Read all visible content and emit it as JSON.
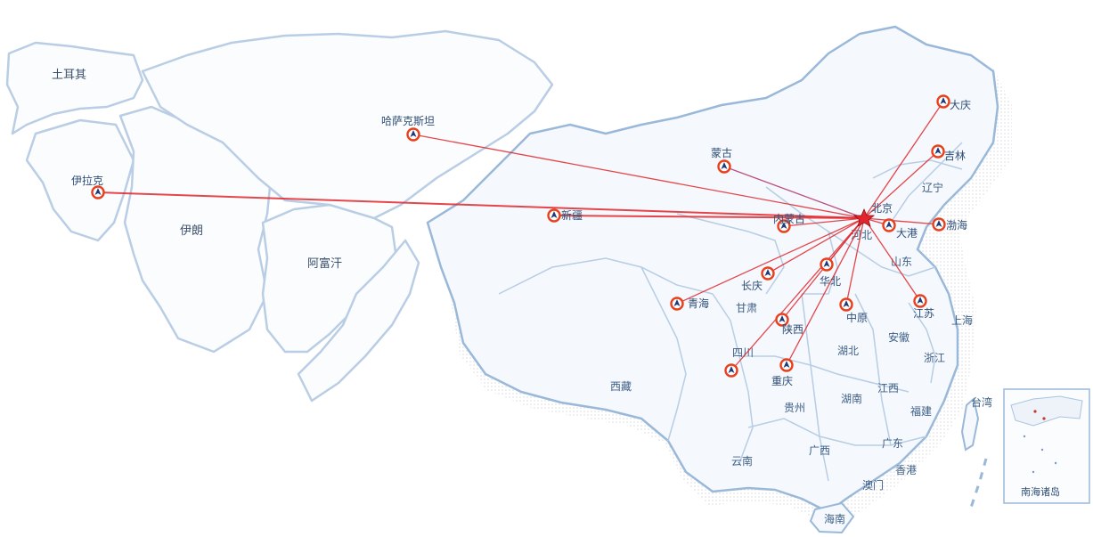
{
  "colors": {
    "route": "#e0262c",
    "route_purple": "#b0306a",
    "marker_ring": "#e8401c",
    "marker_icon": "#1e3c7a",
    "border": "#9ab8d8",
    "land_china": "#f5f8fc",
    "land_other": "#fbfcfe"
  },
  "icons": {
    "site": "site-pin-icon",
    "hub": "hub-star-icon"
  },
  "countries": [
    {
      "id": "turkey",
      "label": "土耳其"
    },
    {
      "id": "iran",
      "label": "伊朗"
    },
    {
      "id": "afghanistan",
      "label": "阿富汗"
    }
  ],
  "regions": [
    {
      "id": "xizang",
      "label": "西藏"
    },
    {
      "id": "gansu",
      "label": "甘肃"
    },
    {
      "id": "sichuan",
      "label": "四川"
    },
    {
      "id": "guizhou",
      "label": "贵州"
    },
    {
      "id": "yunnan",
      "label": "云南"
    },
    {
      "id": "guangxi",
      "label": "广西"
    },
    {
      "id": "hunan",
      "label": "湖南"
    },
    {
      "id": "hubei",
      "label": "湖北"
    },
    {
      "id": "jiangxi",
      "label": "江西"
    },
    {
      "id": "anhui",
      "label": "安徽"
    },
    {
      "id": "zhejiang",
      "label": "浙江"
    },
    {
      "id": "fujian",
      "label": "福建"
    },
    {
      "id": "guangdong",
      "label": "广东"
    },
    {
      "id": "hebei",
      "label": "河北"
    },
    {
      "id": "shandong",
      "label": "山东"
    },
    {
      "id": "liaoning",
      "label": "辽宁"
    },
    {
      "id": "shanghai",
      "label": "上海"
    },
    {
      "id": "taiwan",
      "label": "台湾"
    },
    {
      "id": "hongkong",
      "label": "香港"
    },
    {
      "id": "macau",
      "label": "澳门"
    },
    {
      "id": "hainan",
      "label": "海南"
    }
  ],
  "hub": {
    "id": "beijing",
    "label": "北京"
  },
  "sites": [
    {
      "id": "iraq",
      "label": "伊拉克"
    },
    {
      "id": "kazakhstan",
      "label": "哈萨克斯坦"
    },
    {
      "id": "xinjiang",
      "label": "新疆"
    },
    {
      "id": "mongolia",
      "label": "蒙古"
    },
    {
      "id": "neimenggu",
      "label": "内蒙古"
    },
    {
      "id": "daqing",
      "label": "大庆"
    },
    {
      "id": "jilin",
      "label": "吉林"
    },
    {
      "id": "dagang",
      "label": "大港"
    },
    {
      "id": "bohai",
      "label": "渤海"
    },
    {
      "id": "huabei",
      "label": "华北"
    },
    {
      "id": "changqing",
      "label": "长庆"
    },
    {
      "id": "qinghai",
      "label": "青海"
    },
    {
      "id": "shaanxi",
      "label": "陕西"
    },
    {
      "id": "zhongyuan",
      "label": "中原"
    },
    {
      "id": "jiangsu",
      "label": "江苏"
    },
    {
      "id": "sichuan_site",
      "label": ""
    },
    {
      "id": "chongqing",
      "label": "重庆"
    }
  ],
  "inset": {
    "label": "南海诸岛"
  }
}
